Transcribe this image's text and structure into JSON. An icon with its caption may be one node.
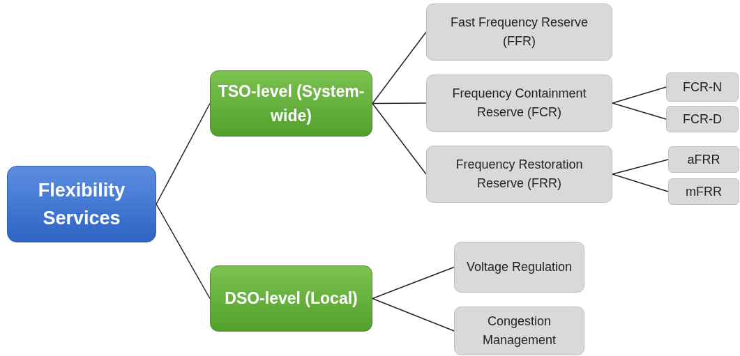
{
  "diagram": {
    "nodes": [
      {
        "text": [
          "Flexibility Services"
        ]
      },
      {
        "text": [
          "TSO-level (System-wide)"
        ]
      },
      {
        "text": [
          "DSO-level (Local)"
        ]
      },
      {
        "text": [
          "Fast Frequency Reserve (FFR)"
        ]
      },
      {
        "text": [
          "Frequency Containment Reserve (FCR)"
        ]
      },
      {
        "text": [
          "Frequency Restoration Reserve (FRR)"
        ]
      },
      {
        "text": [
          "FCR-N"
        ]
      },
      {
        "text": [
          "FCR-D"
        ]
      },
      {
        "text": [
          "aFRR"
        ]
      },
      {
        "text": [
          "mFRR"
        ]
      },
      {
        "text": [
          "Voltage Regulation"
        ]
      },
      {
        "text": [
          "Congestion Management"
        ]
      }
    ],
    "edges": [
      {
        "from": 0,
        "to": 1,
        "arrow": "none"
      },
      {
        "from": 0,
        "to": 2,
        "arrow": "none"
      },
      {
        "from": 1,
        "to": 3,
        "arrow": "none"
      },
      {
        "from": 1,
        "to": 4,
        "arrow": "none"
      },
      {
        "from": 1,
        "to": 5,
        "arrow": "none"
      },
      {
        "from": 4,
        "to": 6,
        "arrow": "none"
      },
      {
        "from": 4,
        "to": 7,
        "arrow": "none"
      },
      {
        "from": 5,
        "to": 8,
        "arrow": "none"
      },
      {
        "from": 5,
        "to": 9,
        "arrow": "none"
      },
      {
        "from": 2,
        "to": 10,
        "arrow": "none"
      },
      {
        "from": 2,
        "to": 11,
        "arrow": "none"
      }
    ]
  }
}
